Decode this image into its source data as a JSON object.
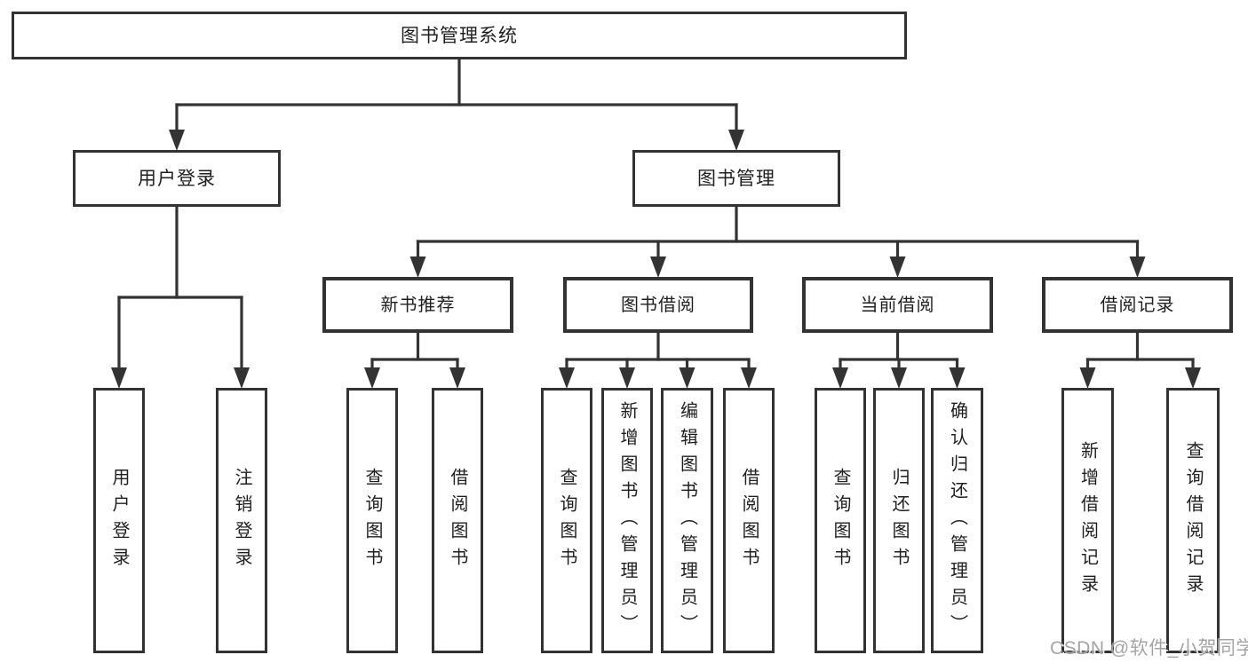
{
  "nodes": [
    {
      "id": "root",
      "label": "图书管理系统",
      "parent": null
    },
    {
      "id": "user-login",
      "label": "用户登录",
      "parent": "root"
    },
    {
      "id": "book-mgmt",
      "label": "图书管理",
      "parent": "root"
    },
    {
      "id": "new-book-rec",
      "label": "新书推荐",
      "parent": "book-mgmt"
    },
    {
      "id": "book-borrow",
      "label": "图书借阅",
      "parent": "book-mgmt"
    },
    {
      "id": "current-borrow",
      "label": "当前借阅",
      "parent": "book-mgmt"
    },
    {
      "id": "borrow-record",
      "label": "借阅记录",
      "parent": "book-mgmt"
    },
    {
      "id": "ul-user-login",
      "label": "用户登录",
      "parent": "user-login"
    },
    {
      "id": "ul-logout",
      "label": "注销登录",
      "parent": "user-login"
    },
    {
      "id": "nbr-query-book",
      "label": "查询图书",
      "parent": "new-book-rec"
    },
    {
      "id": "nbr-borrow-book",
      "label": "借阅图书",
      "parent": "new-book-rec"
    },
    {
      "id": "bb-query-book",
      "label": "查询图书",
      "parent": "book-borrow"
    },
    {
      "id": "bb-add-book",
      "label": "新增图书（管理员）",
      "parent": "book-borrow"
    },
    {
      "id": "bb-edit-book",
      "label": "编辑图书（管理员）",
      "parent": "book-borrow"
    },
    {
      "id": "bb-borrow-book",
      "label": "借阅图书",
      "parent": "book-borrow"
    },
    {
      "id": "cb-query-book",
      "label": "查询图书",
      "parent": "current-borrow"
    },
    {
      "id": "cb-return-book",
      "label": "归还图书",
      "parent": "current-borrow"
    },
    {
      "id": "cb-confirm-return",
      "label": "确认归还（管理员）",
      "parent": "current-borrow"
    },
    {
      "id": "br-add-record",
      "label": "新增借阅记录",
      "parent": "borrow-record"
    },
    {
      "id": "br-query-record",
      "label": "查询借阅记录",
      "parent": "borrow-record"
    }
  ],
  "watermark": {
    "text": "CSDN @软件_小贺同学"
  },
  "colors": {
    "line": "#333333",
    "text": "#1f1f1f",
    "box_background": "#ffffff",
    "watermark": "#a0a0a0"
  }
}
